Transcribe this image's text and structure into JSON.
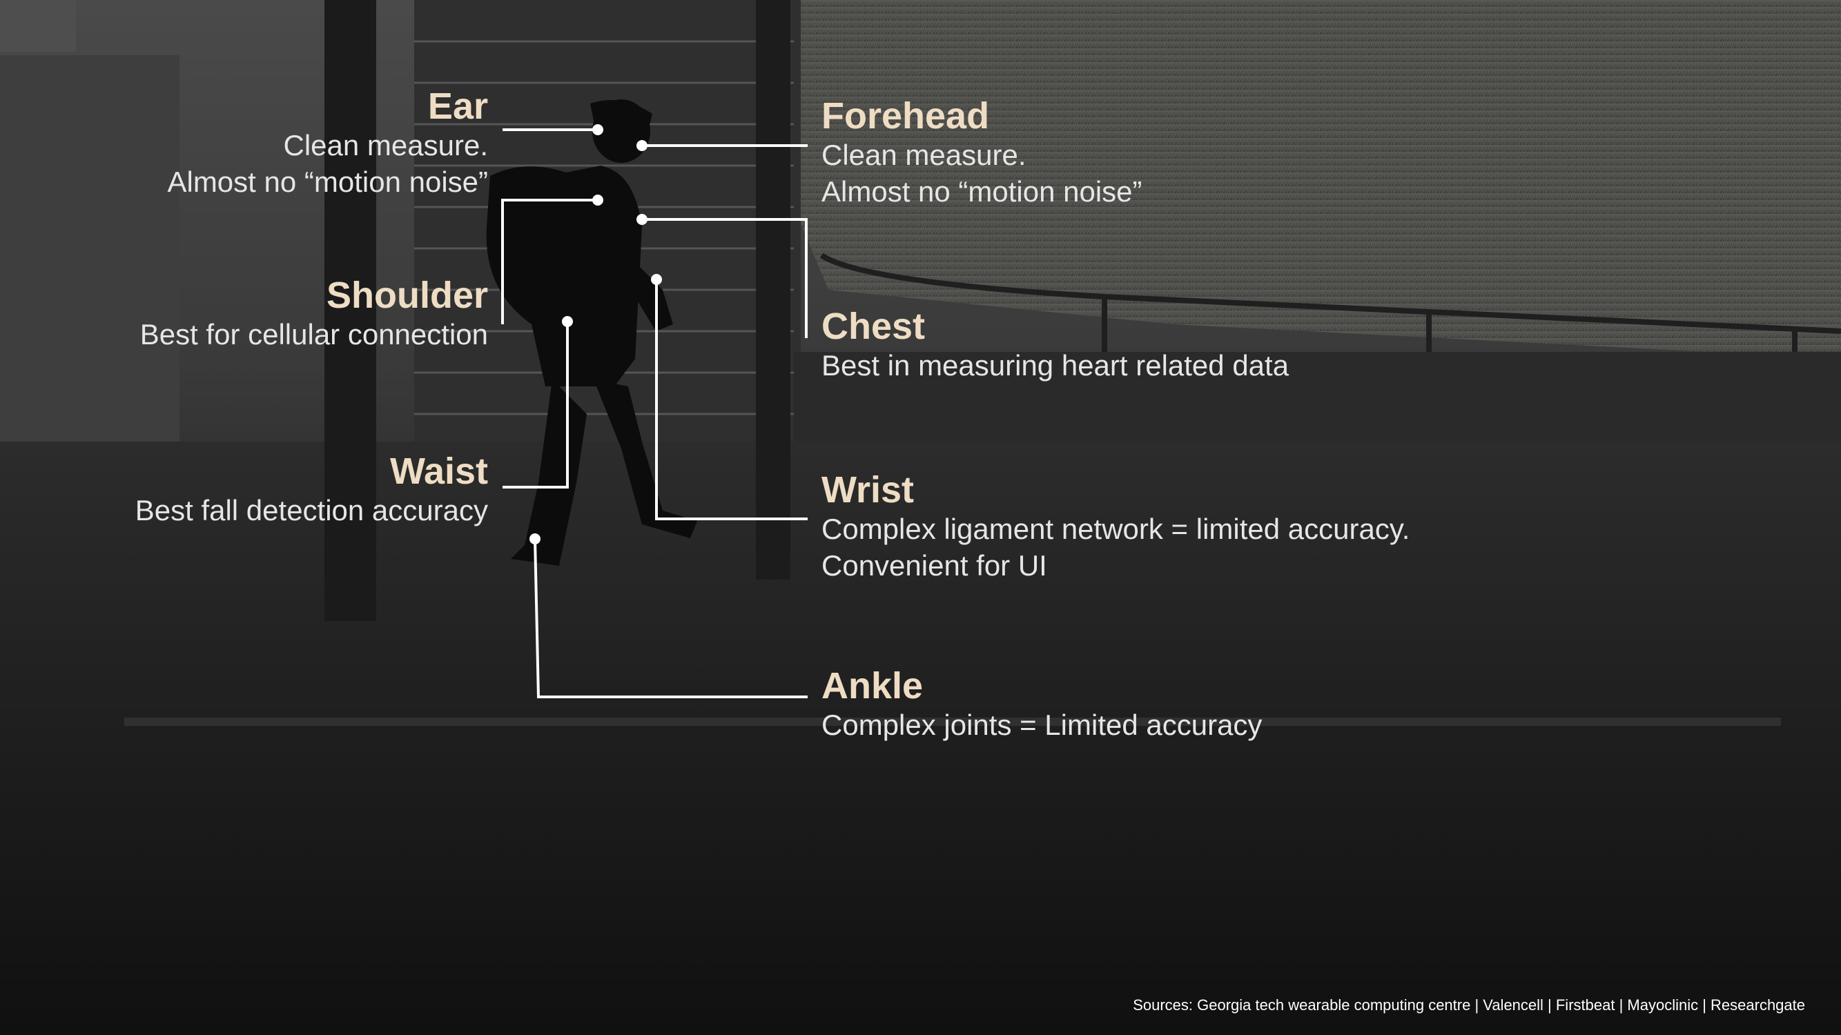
{
  "labels": {
    "ear": {
      "title": "Ear",
      "lines": [
        "Clean measure.",
        "Almost no “motion noise”"
      ]
    },
    "forehead": {
      "title": "Forehead",
      "lines": [
        "Clean measure.",
        "Almost no “motion noise”"
      ]
    },
    "shoulder": {
      "title": "Shoulder",
      "lines": [
        "Best for cellular connection"
      ]
    },
    "chest": {
      "title": "Chest",
      "lines": [
        "Best in measuring heart related data"
      ]
    },
    "waist": {
      "title": "Waist",
      "lines": [
        "Best fall detection accuracy"
      ]
    },
    "wrist": {
      "title": "Wrist",
      "lines": [
        "Complex ligament network = limited accuracy.",
        "Convenient for UI"
      ]
    },
    "ankle": {
      "title": "Ankle",
      "lines": [
        "Complex joints = Limited accuracy"
      ]
    }
  },
  "sources": "Sources: Georgia tech wearable computing centre | Valencell | Firstbeat | Mayoclinic | Researchgate",
  "colors": {
    "title": "#eeddc4",
    "text": "#e6e6e6",
    "connector": "#ffffff",
    "background": "#141414"
  }
}
